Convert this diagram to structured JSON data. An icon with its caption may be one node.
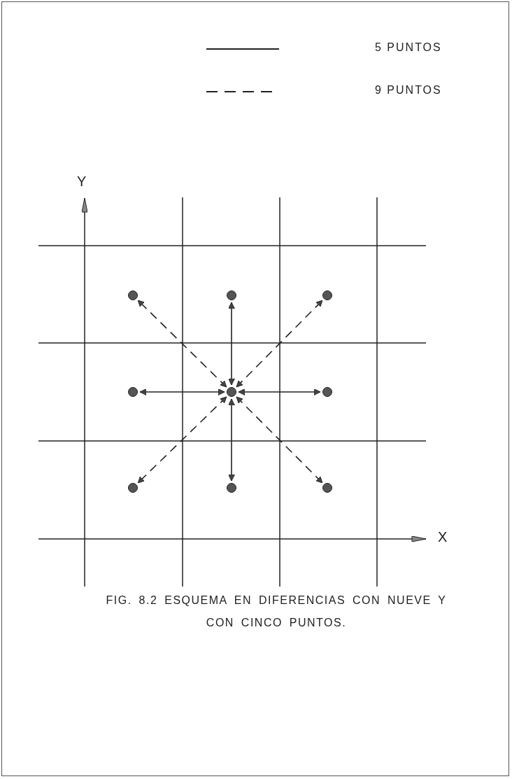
{
  "diagram": {
    "caption": "FIG. 8.2 ESQUEMA EN DIFERENCIAS CON NUEVE Y CON CINCO PUNTOS.",
    "nodes": [
      {
        "text": [],
        "shape": "circle"
      },
      {
        "text": [],
        "shape": "circle"
      },
      {
        "text": [],
        "shape": "circle"
      },
      {
        "text": [],
        "shape": "circle"
      },
      {
        "text": [],
        "shape": "circle"
      },
      {
        "text": [],
        "shape": "circle"
      },
      {
        "text": [],
        "shape": "circle"
      },
      {
        "text": [],
        "shape": "circle"
      },
      {
        "text": [],
        "shape": "circle"
      }
    ],
    "edges": [
      {
        "from": 4,
        "to": 0,
        "arrow": "both",
        "style": "dashed"
      },
      {
        "from": 4,
        "to": 1,
        "arrow": "both"
      },
      {
        "from": 4,
        "to": 2,
        "arrow": "both",
        "style": "dashed"
      },
      {
        "from": 4,
        "to": 3,
        "arrow": "both"
      },
      {
        "from": 4,
        "to": 5,
        "arrow": "both"
      },
      {
        "from": 4,
        "to": 6,
        "arrow": "both",
        "style": "dashed"
      },
      {
        "from": 4,
        "to": 7,
        "arrow": "both"
      },
      {
        "from": 4,
        "to": 8,
        "arrow": "both",
        "style": "dashed"
      }
    ],
    "labels": [
      "Y",
      "X"
    ],
    "legend": [
      {
        "text": "5 PUNTOS"
      },
      {
        "text": "9 PUNTOS"
      }
    ]
  }
}
